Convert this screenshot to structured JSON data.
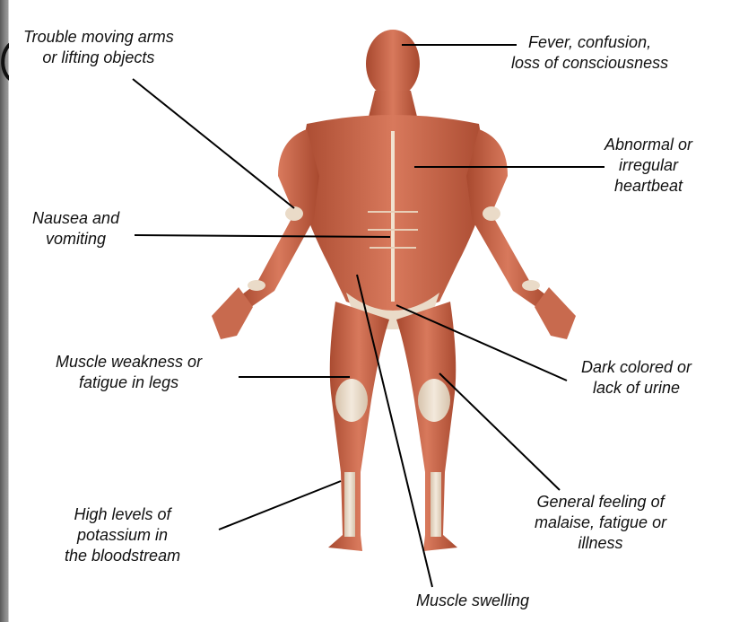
{
  "colors": {
    "background": "#ffffff",
    "leader_line": "#000000",
    "muscle": "#c9654a",
    "muscle_dark": "#8e3a26",
    "tendon": "#eadbc8",
    "frame": "#808080"
  },
  "labels": {
    "arms": "Trouble moving arms\nor lifting objects",
    "fever": "Fever, confusion,\nloss of consciousness",
    "heartbeat": "Abnormal or\nirregular\nheartbeat",
    "nausea": "Nausea and\nvomiting",
    "leg_weakness": "Muscle weakness or\nfatigue in legs",
    "urine": "Dark colored or\nlack of urine",
    "potassium": "High levels of\npotassium in\nthe bloodstream",
    "malaise": "General feeling of\nmalaise, fatigue or\nillness",
    "swelling": "Muscle swelling"
  },
  "icons": {
    "figure": "anatomical-muscle-figure-icon"
  }
}
